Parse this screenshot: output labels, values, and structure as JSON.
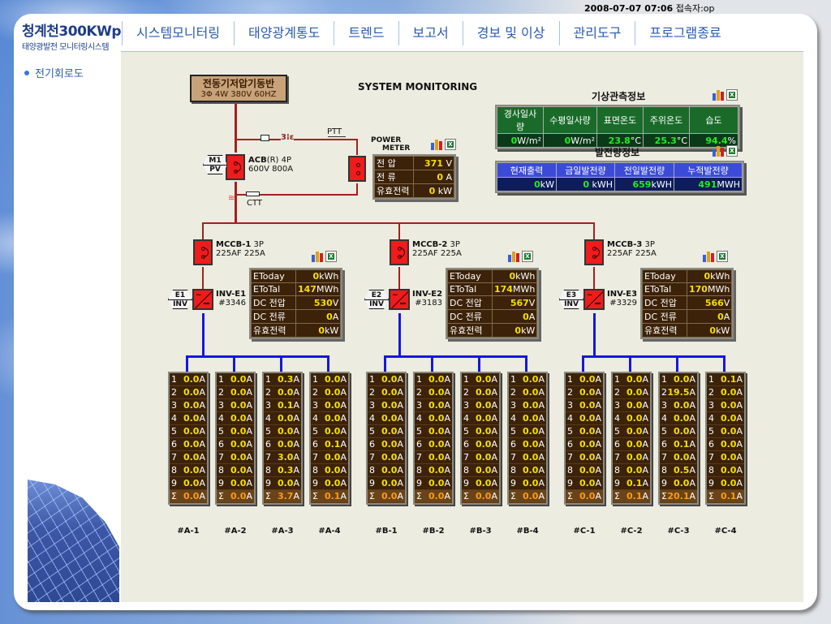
{
  "header": {
    "datetime": "2008-07-07 07:06",
    "user_label": "접속자:op",
    "logo_title": "청계천300KWp",
    "logo_subtitle": "태양광발전 모니터링시스템"
  },
  "nav": [
    {
      "label": "시스템모니터링"
    },
    {
      "label": "태양광계통도"
    },
    {
      "label": "트렌드"
    },
    {
      "label": "보고서"
    },
    {
      "label": "경보 및 이상"
    },
    {
      "label": "관리도구"
    },
    {
      "label": "프로그램종료"
    }
  ],
  "sidebar": {
    "items": [
      {
        "label": "전기회로도"
      }
    ]
  },
  "diagram": {
    "title": "SYSTEM MONITORING",
    "source": {
      "name": "전동기저압기동반",
      "spec": "3Φ 4W 380V 60HZ"
    },
    "acb": {
      "name": "ACB",
      "suffix": "(R) 4P",
      "spec": "600V 800A"
    },
    "m1_badge": {
      "top": "M1",
      "bottom": "PV"
    },
    "ptt_label": "PTT",
    "ctt_label": "CTT",
    "power_meter": {
      "title_line1": "POWER",
      "title_line2": "METER",
      "rows": [
        {
          "label": "전      압",
          "value": "371",
          "unit": "V"
        },
        {
          "label": "전      류",
          "value": "0",
          "unit": "A"
        },
        {
          "label": "유효전력",
          "value": "0",
          "unit": "kW"
        }
      ]
    }
  },
  "weather": {
    "title": "기상관측정보",
    "headers": [
      "경사일사량",
      "수평일사량",
      "표면온도",
      "주위온도",
      "습도"
    ],
    "values": [
      {
        "value": "0",
        "unit": "W/m²"
      },
      {
        "value": "0",
        "unit": "W/m²"
      },
      {
        "value": "23.8",
        "unit": "°C"
      },
      {
        "value": "25.3",
        "unit": "°C"
      },
      {
        "value": "94.4",
        "unit": "%"
      }
    ]
  },
  "generation": {
    "title": "발전량정보",
    "headers": [
      "현재출력",
      "금일발전량",
      "전일발전량",
      "누적발전량"
    ],
    "values": [
      {
        "value": "0",
        "unit": "kW"
      },
      {
        "value": "0",
        "unit": "kWH"
      },
      {
        "value": "659",
        "unit": "kWH"
      },
      {
        "value": "491",
        "unit": "MWH"
      }
    ]
  },
  "inverters": [
    {
      "mccb": {
        "name": "MCCB-1",
        "poles": "3P",
        "spec": "225AF 225A"
      },
      "inv": {
        "name": "INV-E1",
        "serial": "#3346",
        "badge_top": "E1",
        "badge_bottom": "INV"
      },
      "rows": [
        {
          "label": "EToday",
          "value": "0",
          "unit": "kWh"
        },
        {
          "label": "EToTal",
          "value": "147",
          "unit": "MWh"
        },
        {
          "label": "DC 전압",
          "value": "530",
          "unit": "V"
        },
        {
          "label": "DC 전류",
          "value": "0",
          "unit": "A"
        },
        {
          "label": "유효전력",
          "value": "0",
          "unit": "kW"
        }
      ],
      "strings": [
        {
          "label": "#A-1",
          "values": [
            "0.0",
            "0.0",
            "0.0",
            "0.0",
            "0.0",
            "0.0",
            "0.0",
            "0.0",
            "0.0"
          ],
          "sum": "0.0"
        },
        {
          "label": "#A-2",
          "values": [
            "0.0",
            "0.0",
            "0.0",
            "0.0",
            "0.0",
            "0.0",
            "0.0",
            "0.0",
            "0.0"
          ],
          "sum": "0.0"
        },
        {
          "label": "#A-3",
          "values": [
            "0.3",
            "0.0",
            "0.1",
            "0.0",
            "0.0",
            "0.0",
            "3.0",
            "0.3",
            "0.0"
          ],
          "sum": "3.7"
        },
        {
          "label": "#A-4",
          "values": [
            "0.0",
            "0.0",
            "0.0",
            "0.0",
            "0.0",
            "0.1",
            "0.0",
            "0.0",
            "0.0"
          ],
          "sum": "0.1"
        }
      ]
    },
    {
      "mccb": {
        "name": "MCCB-2",
        "poles": "3P",
        "spec": "225AF 225A"
      },
      "inv": {
        "name": "INV-E2",
        "serial": "#3183",
        "badge_top": "E2",
        "badge_bottom": "INV"
      },
      "rows": [
        {
          "label": "EToday",
          "value": "0",
          "unit": "kWh"
        },
        {
          "label": "EToTal",
          "value": "174",
          "unit": "MWh"
        },
        {
          "label": "DC 전압",
          "value": "567",
          "unit": "V"
        },
        {
          "label": "DC 전류",
          "value": "0",
          "unit": "A"
        },
        {
          "label": "유효전력",
          "value": "0",
          "unit": "kW"
        }
      ],
      "strings": [
        {
          "label": "#B-1",
          "values": [
            "0.0",
            "0.0",
            "0.0",
            "0.0",
            "0.0",
            "0.0",
            "0.0",
            "0.0",
            "0.0"
          ],
          "sum": "0.0"
        },
        {
          "label": "#B-2",
          "values": [
            "0.0",
            "0.0",
            "0.0",
            "0.0",
            "0.0",
            "0.0",
            "0.0",
            "0.0",
            "0.0"
          ],
          "sum": "0.0"
        },
        {
          "label": "#B-3",
          "values": [
            "0.0",
            "0.0",
            "0.0",
            "0.0",
            "0.0",
            "0.0",
            "0.0",
            "0.0",
            "0.0"
          ],
          "sum": "0.0"
        },
        {
          "label": "#B-4",
          "values": [
            "0.0",
            "0.0",
            "0.0",
            "0.0",
            "0.0",
            "0.0",
            "0.0",
            "0.0",
            "0.0"
          ],
          "sum": "0.0"
        }
      ]
    },
    {
      "mccb": {
        "name": "MCCB-3",
        "poles": "3P",
        "spec": "225AF 225A"
      },
      "inv": {
        "name": "INV-E3",
        "serial": "#3329",
        "badge_top": "E3",
        "badge_bottom": "INV"
      },
      "rows": [
        {
          "label": "EToday",
          "value": "0",
          "unit": "kWh"
        },
        {
          "label": "EToTal",
          "value": "170",
          "unit": "MWh"
        },
        {
          "label": "DC 전압",
          "value": "566",
          "unit": "V"
        },
        {
          "label": "DC 전류",
          "value": "0",
          "unit": "A"
        },
        {
          "label": "유효전력",
          "value": "0",
          "unit": "kW"
        }
      ],
      "strings": [
        {
          "label": "#C-1",
          "values": [
            "0.0",
            "0.0",
            "0.0",
            "0.0",
            "0.0",
            "0.0",
            "0.0",
            "0.0",
            "0.0"
          ],
          "sum": "0.0"
        },
        {
          "label": "#C-2",
          "values": [
            "0.0",
            "0.0",
            "0.0",
            "0.0",
            "0.0",
            "0.0",
            "0.0",
            "0.0",
            "0.1"
          ],
          "sum": "0.1"
        },
        {
          "label": "#C-3",
          "values": [
            "0.0",
            "19.5",
            "0.0",
            "0.0",
            "0.0",
            "0.1",
            "0.0",
            "0.5",
            "0.0"
          ],
          "sum": "20.1"
        },
        {
          "label": "#C-4",
          "values": [
            "0.1",
            "0.0",
            "0.0",
            "0.0",
            "0.0",
            "0.0",
            "0.0",
            "0.0",
            "0.0"
          ],
          "sum": "0.1"
        }
      ]
    }
  ],
  "string_unit": "A",
  "sum_symbol": "Σ"
}
